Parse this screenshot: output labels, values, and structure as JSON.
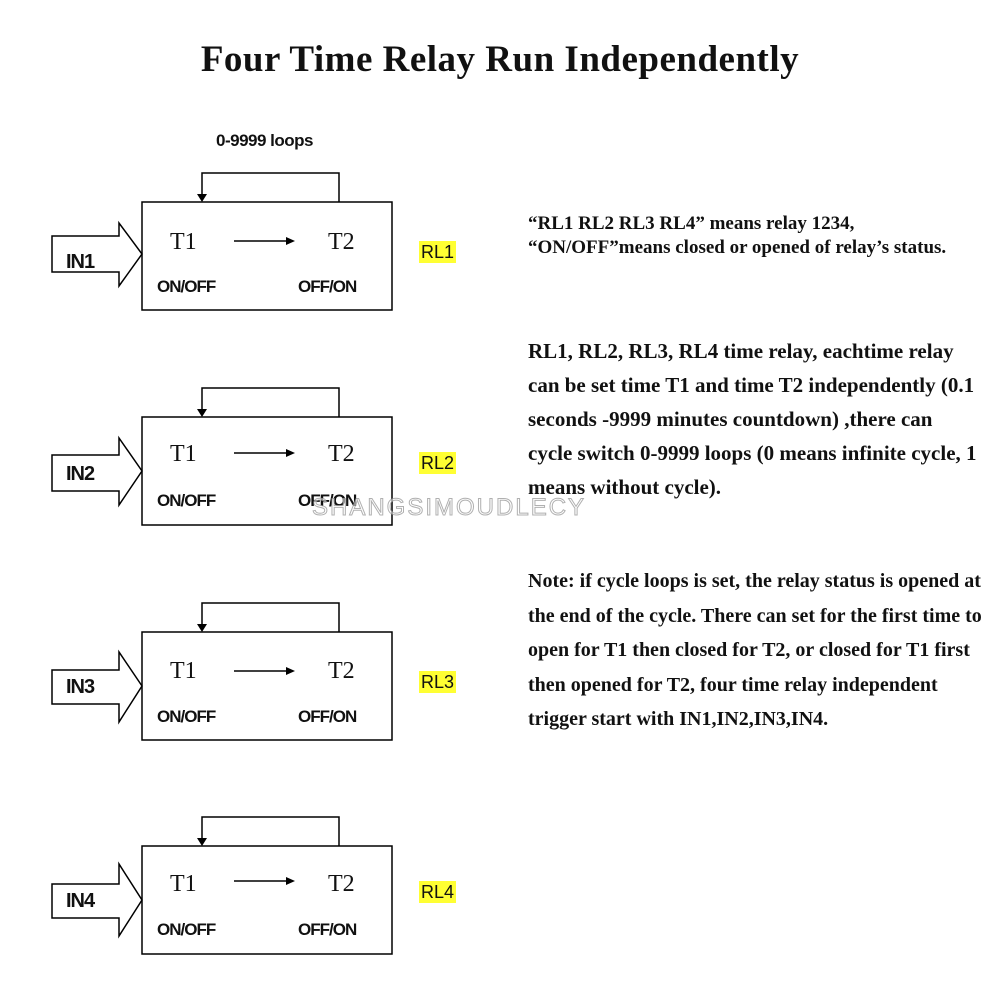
{
  "title": "Four Time Relay Run Independently",
  "loops_label": "0-9999 loops",
  "units": [
    {
      "input": "IN1",
      "t1": "T1",
      "t2": "T2",
      "state1": "ON/OFF",
      "state2": "OFF/ON",
      "relay": "RL1"
    },
    {
      "input": "IN2",
      "t1": "T1",
      "t2": "T2",
      "state1": "ON/OFF",
      "state2": "OFF/ON",
      "relay": "RL2"
    },
    {
      "input": "IN3",
      "t1": "T1",
      "t2": "T2",
      "state1": "ON/OFF",
      "state2": "OFF/ON",
      "relay": "RL3"
    },
    {
      "input": "IN4",
      "t1": "T1",
      "t2": "T2",
      "state1": "ON/OFF",
      "state2": "OFF/ON",
      "relay": "RL4"
    }
  ],
  "relay_highlight_color": "#ffff33",
  "paragraphs": {
    "legend": "“RL1 RL2 RL3 RL4” means relay 1234, “ON/OFF”means closed or opened of relay’s status.",
    "description": "RL1, RL2, RL3, RL4 time relay, eachtime relay can be set time T1 and time T2 independently (0.1 seconds -9999 minutes countdown) ,there can cycle switch 0-9999 loops (0 means infinite cycle, 1 means without cycle).",
    "note": "Note: if cycle loops is set, the relay status is opened at the end of the cycle. There can set for the first time to open for T1 then closed for T2, or closed for T1 first then opened for T2, four time relay independent trigger start with  IN1,IN2,IN3,IN4."
  },
  "watermark": "SHANGSIMOUDLECY"
}
